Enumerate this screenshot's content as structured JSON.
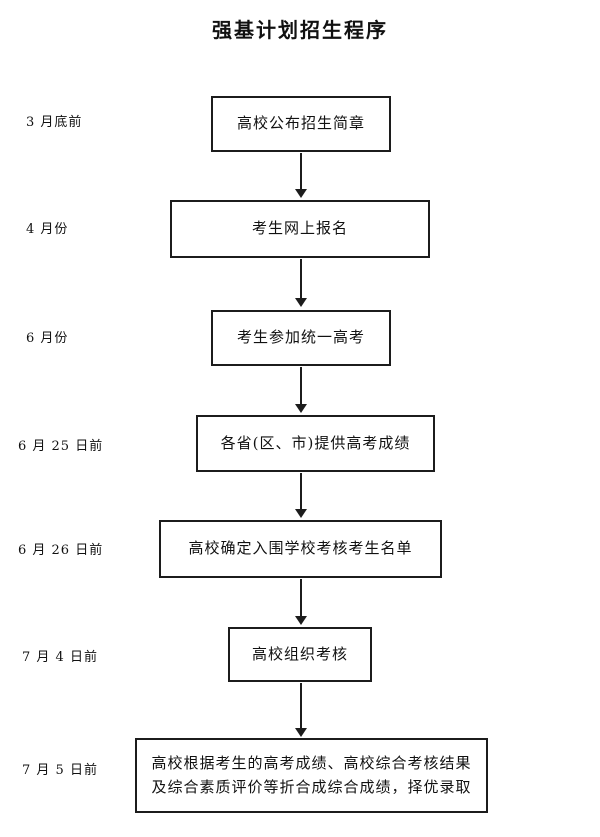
{
  "page": {
    "title": "强基计划招生程序",
    "background_color": "#ffffff",
    "line_color": "#1c1c1c",
    "text_color": "#111111"
  },
  "flow": {
    "type": "flowchart",
    "orientation": "top-to-bottom",
    "steps": [
      {
        "id": "step-1",
        "date": "3 月底前",
        "text": "高校公布招生简章"
      },
      {
        "id": "step-2",
        "date": "4 月份",
        "text": "考生网上报名"
      },
      {
        "id": "step-3",
        "date": "6 月份",
        "text": "考生参加统一高考"
      },
      {
        "id": "step-4",
        "date": "6 月 25 日前",
        "text": "各省(区、市)提供高考成绩"
      },
      {
        "id": "step-5",
        "date": "6 月 26 日前",
        "text": "高校确定入围学校考核考生名单"
      },
      {
        "id": "step-6",
        "date": "7 月 4 日前",
        "text": "高校组织考核"
      },
      {
        "id": "step-7",
        "date": "7 月 5 日前",
        "text": "高校根据考生的高考成绩、高校综合考核结果及综合素质评价等折合成综合成绩，择优录取"
      }
    ],
    "connector_icon": "down-arrow-icon",
    "connector_count": 6
  }
}
